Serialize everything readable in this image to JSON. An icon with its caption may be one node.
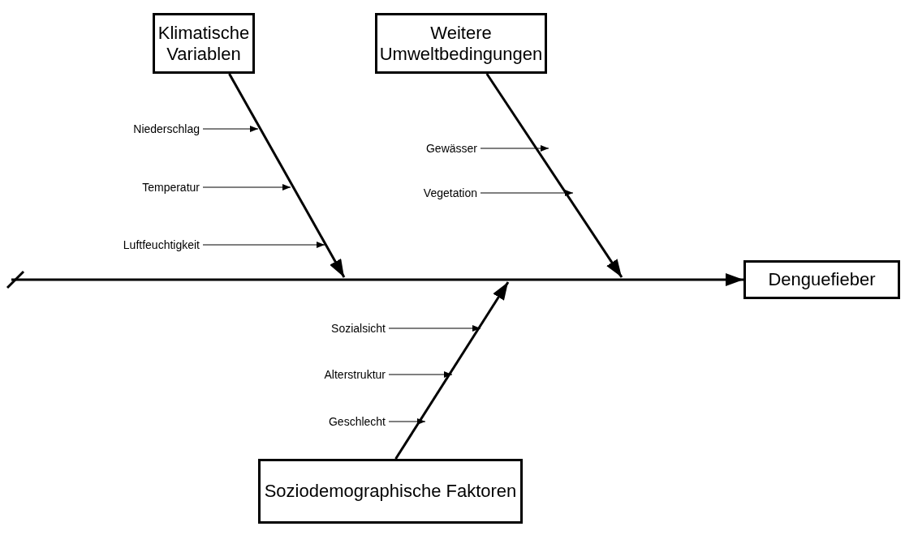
{
  "diagram": {
    "nodes": [
      {
        "text": [
          "Klimatische Variablen"
        ]
      },
      {
        "text": [
          "Weitere Umweltbedingungen"
        ]
      },
      {
        "text": [
          "Soziodemographische Faktoren"
        ]
      },
      {
        "text": [
          "Denguefieber"
        ]
      },
      {
        "text": [
          "Niederschlag"
        ]
      },
      {
        "text": [
          "Temperatur"
        ]
      },
      {
        "text": [
          "Luftfeuchtigkeit"
        ]
      },
      {
        "text": [
          "Gewässer"
        ]
      },
      {
        "text": [
          "Vegetation"
        ]
      },
      {
        "text": [
          "Sozialsicht"
        ]
      },
      {
        "text": [
          "Alterstruktur"
        ]
      },
      {
        "text": [
          "Geschlecht"
        ]
      }
    ],
    "edges": [
      {
        "from": null,
        "to": 3,
        "arrow": "to",
        "style": "thick"
      },
      {
        "from": 0,
        "to": null,
        "arrow": "to",
        "style": "thick"
      },
      {
        "from": 1,
        "to": null,
        "arrow": "to",
        "style": "thick"
      },
      {
        "from": 2,
        "to": null,
        "arrow": "to",
        "style": "thick"
      },
      {
        "from": 4,
        "to": null,
        "arrow": "to"
      },
      {
        "from": 5,
        "to": null,
        "arrow": "to"
      },
      {
        "from": 6,
        "to": null,
        "arrow": "to"
      },
      {
        "from": 7,
        "to": null,
        "arrow": "to"
      },
      {
        "from": 8,
        "to": null,
        "arrow": "to"
      },
      {
        "from": 9,
        "to": null,
        "arrow": "to"
      },
      {
        "from": 10,
        "to": null,
        "arrow": "to"
      },
      {
        "from": 11,
        "to": null,
        "arrow": "to"
      }
    ]
  }
}
